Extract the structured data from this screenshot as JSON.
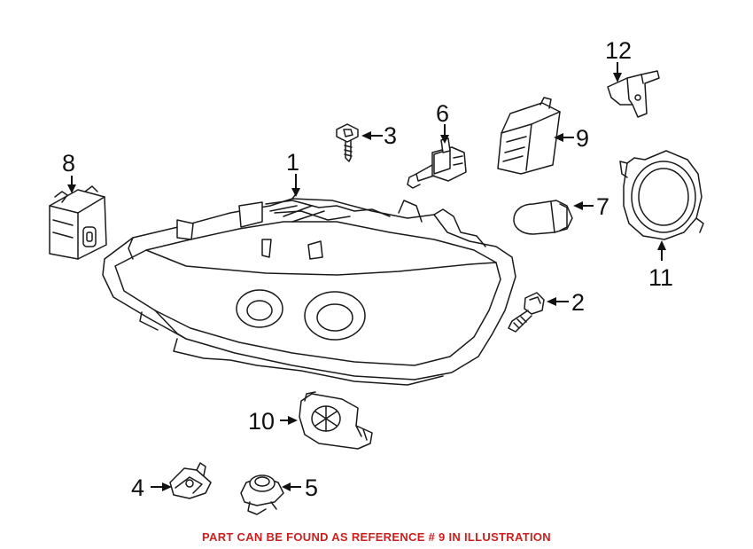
{
  "diagram": {
    "labels": {
      "p1": "1",
      "p2": "2",
      "p3": "3",
      "p4": "4",
      "p5": "5",
      "p6": "6",
      "p7": "7",
      "p8": "8",
      "p9": "9",
      "p10": "10",
      "p11": "11",
      "p12": "12"
    },
    "line_color": "#1a1a1a"
  },
  "footnote": {
    "text": "PART CAN BE FOUND AS REFERENCE # 9 IN ILLUSTRATION",
    "color": "#cc1f1f"
  }
}
